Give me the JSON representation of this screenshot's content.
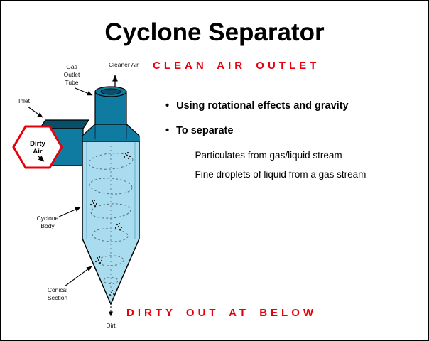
{
  "title": "Cyclone Separator",
  "banner_top": "CLEAN AIR OUTLET",
  "banner_bottom": "DIRTY OUT AT BELOW",
  "list": {
    "bullet_marker": "•",
    "dash_marker": "–",
    "item1": "Using rotational effects and gravity",
    "item2": "To separate",
    "sub1": "Particulates from gas/liquid stream",
    "sub2": "Fine droplets of liquid from a gas stream"
  },
  "diagram": {
    "cleaner_air": "Cleaner Air",
    "gas_outlet_tube": [
      "Gas",
      "Outlet",
      "Tube"
    ],
    "inlet": "Inlet",
    "dirty_air": [
      "Dirty",
      "Air"
    ],
    "cyclone_body": [
      "Cyclone",
      "Body"
    ],
    "conical_section": [
      "Conical",
      "Section"
    ],
    "dirt": "Dirt"
  },
  "colors": {
    "teal_dark": "#0f7ba1",
    "teal_deep": "#0a4f68",
    "body_light": "#a9dcee",
    "accent_red": "#e8000d",
    "spiral_gray": "#55707b"
  }
}
